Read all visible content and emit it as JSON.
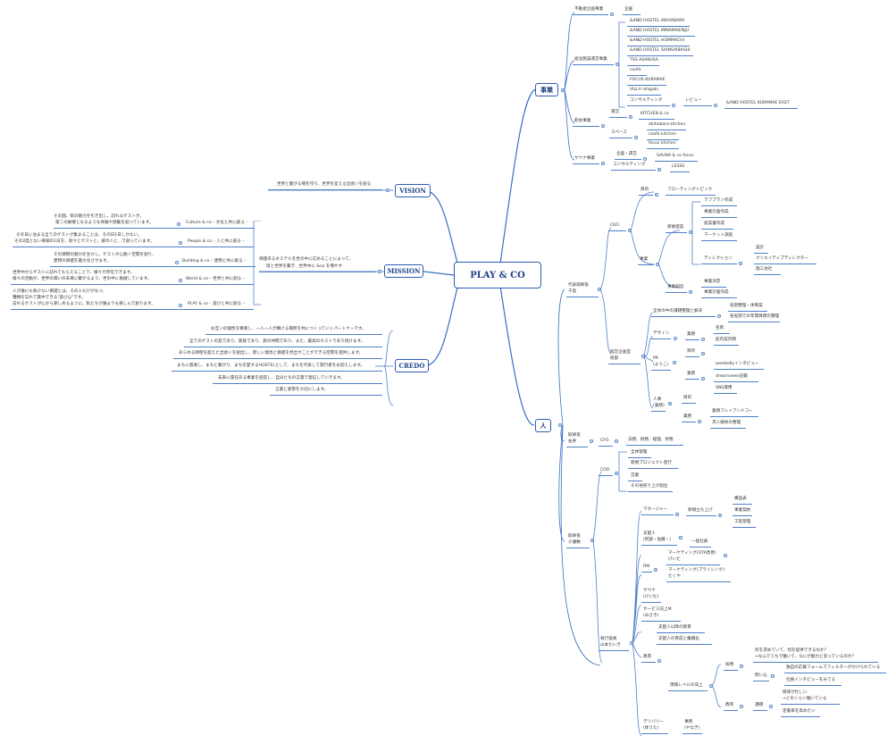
{
  "root": "PLAY & CO",
  "branches": {
    "vision": "VISION",
    "mission": "MISSION",
    "credo": "CREDO",
    "jigyo": "事業",
    "hito": "人"
  },
  "vision_text": "世界と繋がる場を作り、世界を変える出会いを創る",
  "mission_text": [
    "価値あるホステルを世の中に広めることによって、",
    "街と世界を繋ぎ、世界中に &co を増やす"
  ],
  "mission_items": [
    {
      "label": "Culture & co – 文化と共に創る –",
      "text": [
        "その国、街の魅力を引き出し、訪れるゲストが、",
        "第二の故郷となるような体験や感動を創っています。"
      ]
    },
    {
      "label": "People & co – 人と共に創る –",
      "text": [
        "その日に泊まる全てのゲストが集まることは、その日1日しかない。",
        "その2度とない奇跡の1日を、街々とゲストと、彼の人と…で創っています。"
      ]
    },
    {
      "label": "Building & co – 建物と共に創る –",
      "text": [
        "その建物の魅力を生かし、ゲストが心動く空間を創り、",
        "建物の価値を最大化させます。"
      ]
    },
    {
      "label": "World & co – 世界と共に創る –",
      "text": [
        "世界中からゲストに訪れてもらえることで、様々が存在できます。",
        "様々の活動が、世界の潤いの未来に繋がるよう、世の中に貢献しています。"
      ]
    },
    {
      "label": "PLAY & co – 遊びと共に創る –",
      "text": [
        "人が誰にも負けない価値とは、その人だけがもつ、",
        "種類を忘れて無中できる\"遊び心\"です。",
        "訪れるゲストが心から楽しめるように、私たちが誰よりも楽しんで創ります。"
      ]
    }
  ],
  "credo_items": [
    "お互いの個性を尊重し、一人一人が輝ける場所を共につくっていくパートナーです。",
    "全てのゲストの友であり、家族であり、旅の仲間であり、また、最高のホストであり続けます。",
    "あらゆる障壁を超えた出会いを創出し、新しい発見と価値を見出すことができる空間を提供します。",
    "まちに感謝し、まちと繋がり、まちを愛するHOSTELとして、まちを代表して旅行者をお迎えします。",
    "未来に責任ある事業を創造し、自分たちの言葉で発信していきます。",
    "言葉と姿勢を大切にします。"
  ],
  "jigyo": {
    "fudosan": "不動産企画事業",
    "kikaku": "企画",
    "shukuhaku": "宿泊施設運営事業",
    "hostels": [
      "&AND HOSTEL AKIHABARA",
      "&AND HOSTEL MINAMISENJU",
      "&AND HOSTEL HOMMACHI",
      "&AND HOSTEL SHINSAIBASHI",
      "TSS ASAKUSA",
      "coofa",
      "FOCUS KURAMAE",
      "VILLA ishigaki"
    ],
    "consulting": "コンサルティング",
    "review": "レビュー",
    "review_target": "&AND HOSTEL KURAMAE EAST",
    "inshoku": "飲食事業",
    "unei": "運営",
    "kitchen": "KITCHEN & co",
    "space": "スペース",
    "kitchens": [
      "akihabara kitchen",
      "coofa kitchen",
      "focus kitchen"
    ],
    "sauna": "サウナ事業",
    "sauna_kikaku": "企画・運営",
    "sauna_focus": "SAUNA & co focus",
    "sauna_consulting": "コンサルティング",
    "lesss": "LESSS"
  },
  "hito": {
    "ceo_group": [
      "代表取締役",
      "千島"
    ],
    "ceo": "CEO",
    "mokuteki": "目的",
    "floating": "フローティングトピック",
    "jigyo": "事業",
    "shinki": "新規提案",
    "shinki_items": [
      "ラフプラン作成",
      "事業計画作成",
      "提案書作成",
      "マーケット調査"
    ],
    "direction": "ディレクション",
    "sekkei": "設計",
    "creative": "クリエイティブディレクター",
    "seko": "施工会社",
    "kizon": "事業創造",
    "kizon_items": [
      "事業決定",
      "事業計画作成"
    ],
    "keiei": [
      "経営企画室",
      "坂部"
    ],
    "zentai": "全体の中の課題整理と解決",
    "zentai_items": [
      "役割整理・体制案",
      "各役割での年間目標の整理"
    ],
    "design": "デザイン",
    "gyomu": "業務",
    "design_items": [
      "名刺",
      "館内案内物"
    ],
    "pr": [
      "PR",
      "(ようこ)"
    ],
    "pr_gyomu": "業務",
    "pr_items": [
      "wantedlyインタビュー",
      "dreamnews記載",
      "SNS運用"
    ],
    "jinji": [
      "人事",
      "(兼務)"
    ],
    "jinji_mokuteki": "目的",
    "jinji_gyomu": "業務",
    "jinji_items": [
      "業務フレイアンドコー",
      "求人媒体の整理"
    ],
    "cfo_group": [
      "取締役",
      "右井"
    ],
    "cfo": "CFO",
    "cfo_items": "法務、財務、経理、労務",
    "coo": "COO",
    "coo_items": [
      "全体管理",
      "新規プロジェクト進行",
      "営業",
      "その他売り上げ創出"
    ],
    "coo_group": [
      "取締役",
      "小瀬敷"
    ],
    "manager": "マネージャー",
    "shinki_tachiage": "新規立ち上げ",
    "tachiage_items": [
      "備品表",
      "事業契約",
      "工程管理"
    ],
    "shihainin": [
      "支配人",
      "(阿部・佐藤・)"
    ],
    "ippan": "一般社員",
    "rm": "RM",
    "marketing1": [
      "マーケティング(OTA改善)",
      "けいた"
    ],
    "marketing2": [
      "マーケティング(プライシング)",
      "たくや"
    ],
    "sauna": [
      "サウナ",
      "(けいた)"
    ],
    "service": [
      "サービス向上M",
      "(みさき)"
    ],
    "shikko": [
      "執行役員",
      "山本たいき"
    ],
    "shihainin_tasks": [
      "支配人以降の教育",
      "支配人の育成と離職化"
    ],
    "kyoiku": "教育",
    "genba": "現場レベルの向上",
    "saiyo": "採用",
    "saiyo_q": [
      "何を求めていて、何を提供できるのか？",
      "→なんでうちで働いて、なにが魅力と思っているのか？"
    ],
    "toikomi": "問い込",
    "toikomi_items": [
      "独自の応募フォームでフィルターがかけられている",
      "社員インタビューをみてる"
    ],
    "kyoiku2": "教育",
    "kadai": "課題",
    "kadai_items": [
      "研修が忙しい",
      "→どのくらい働いている"
    ],
    "teichaku": "定着率を高めたい",
    "delivery": [
      "デリバリー",
      "(体うた)"
    ],
    "jimu": [
      "事務",
      "(やなぎ)"
    ]
  }
}
